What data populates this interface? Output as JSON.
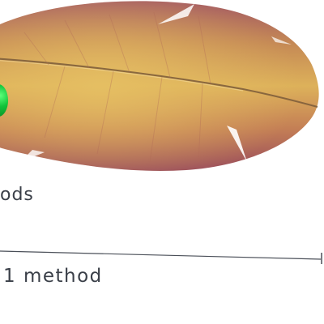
{
  "top_label": "ods",
  "bottom_label": "1 method",
  "status": {
    "indicator": "green-dot",
    "color": "#12c43a"
  },
  "colors": {
    "feather_edge": "#9c4f5b",
    "feather_core": "#d8a850",
    "text": "#3a3f48",
    "divider": "#4a4f58"
  }
}
